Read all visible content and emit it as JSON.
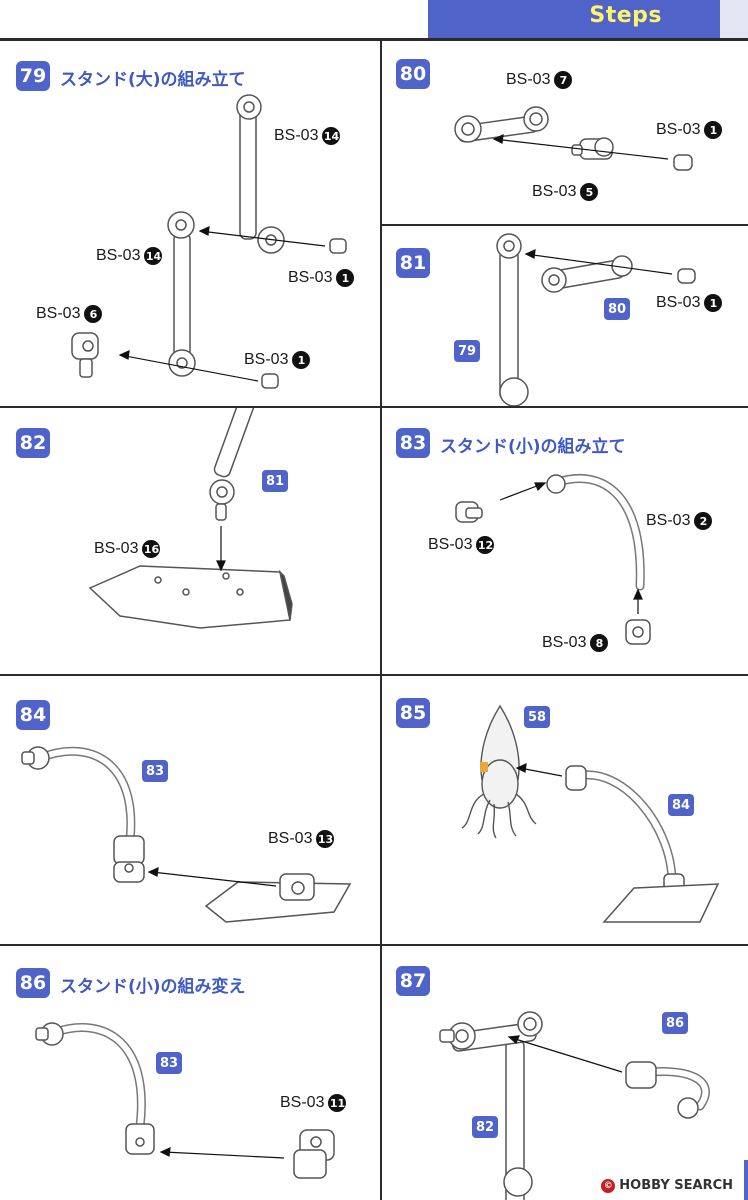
{
  "header": {
    "title": "Steps"
  },
  "watermark": {
    "copyright_symbol": "©",
    "brand": "HOBBY SEARCH"
  },
  "steps": {
    "s79": {
      "num": "79",
      "title": "スタンド(大)の組み立て",
      "parts": [
        {
          "code": "BS-03",
          "num": "14"
        },
        {
          "code": "BS-03",
          "num": "14"
        },
        {
          "code": "BS-03",
          "num": "1"
        },
        {
          "code": "BS-03",
          "num": "6"
        },
        {
          "code": "BS-03",
          "num": "1"
        }
      ]
    },
    "s80": {
      "num": "80",
      "parts": [
        {
          "code": "BS-03",
          "num": "7"
        },
        {
          "code": "BS-03",
          "num": "1"
        },
        {
          "code": "BS-03",
          "num": "5"
        }
      ]
    },
    "s81": {
      "num": "81",
      "refs": [
        "80",
        "79"
      ],
      "parts": [
        {
          "code": "BS-03",
          "num": "1"
        }
      ]
    },
    "s82": {
      "num": "82",
      "refs": [
        "81"
      ],
      "parts": [
        {
          "code": "BS-03",
          "num": "16"
        }
      ]
    },
    "s83": {
      "num": "83",
      "title": "スタンド(小)の組み立て",
      "parts": [
        {
          "code": "BS-03",
          "num": "2"
        },
        {
          "code": "BS-03",
          "num": "12"
        },
        {
          "code": "BS-03",
          "num": "8"
        }
      ]
    },
    "s84": {
      "num": "84",
      "refs": [
        "83"
      ],
      "parts": [
        {
          "code": "BS-03",
          "num": "13"
        }
      ]
    },
    "s85": {
      "num": "85",
      "refs": [
        "58",
        "84"
      ]
    },
    "s86": {
      "num": "86",
      "title": "スタンド(小)の組み変え",
      "refs": [
        "83"
      ],
      "parts": [
        {
          "code": "BS-03",
          "num": "11"
        }
      ]
    },
    "s87": {
      "num": "87",
      "refs": [
        "86",
        "82"
      ]
    }
  }
}
